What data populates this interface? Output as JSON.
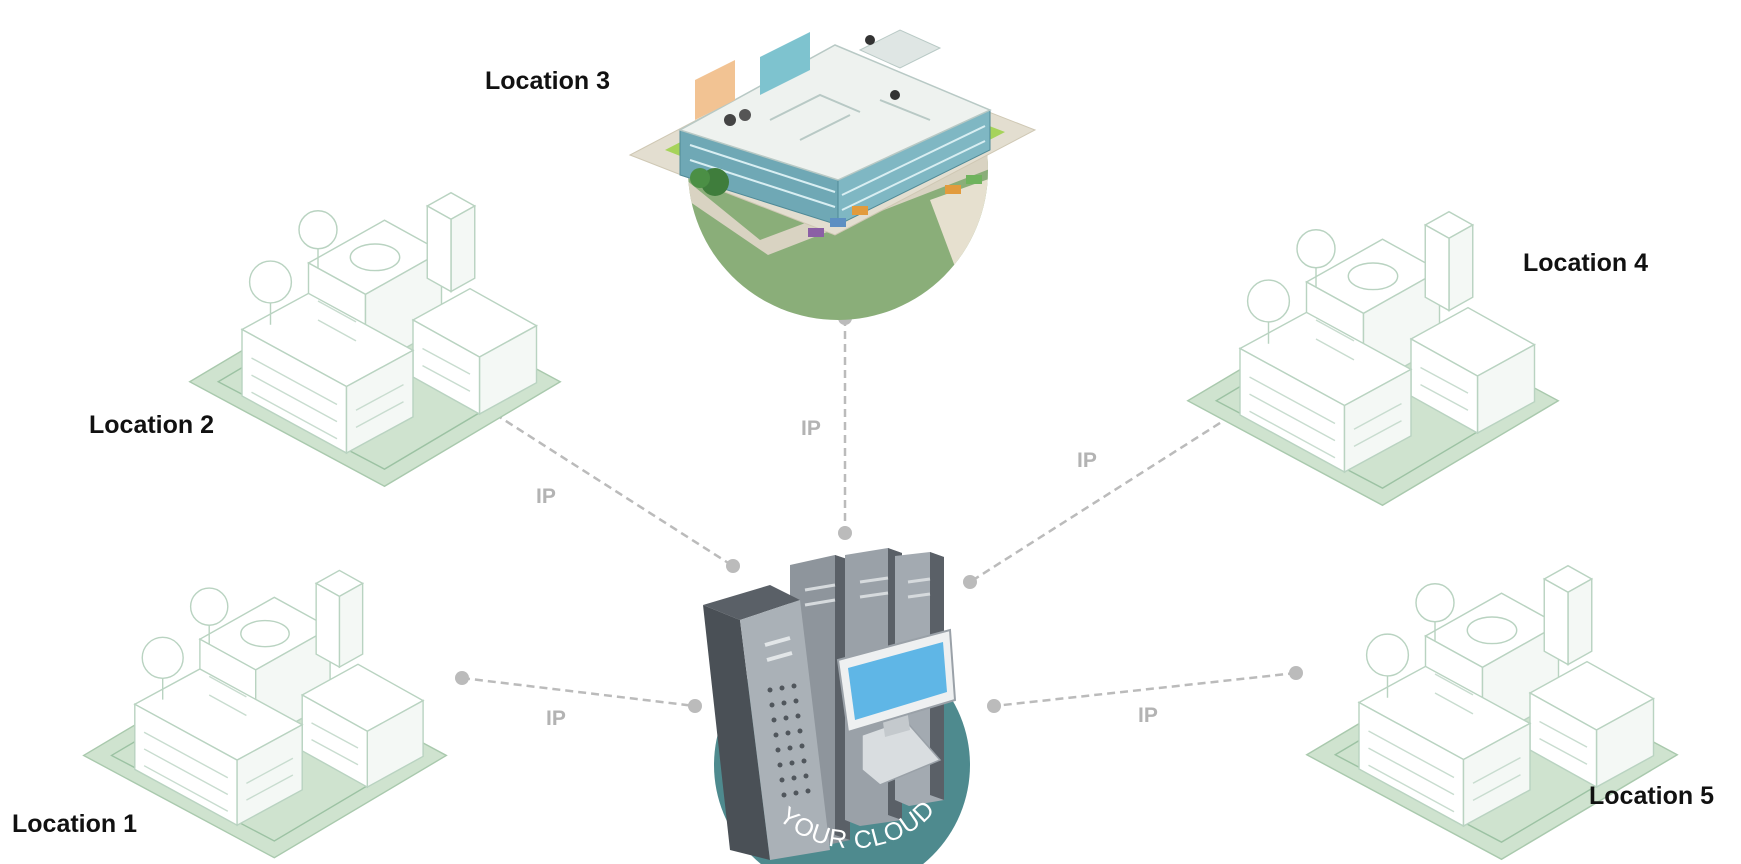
{
  "diagram": {
    "locations": [
      {
        "label": "Location 1"
      },
      {
        "label": "Location 2"
      },
      {
        "label": "Location 3"
      },
      {
        "label": "Location 4"
      },
      {
        "label": "Location 5"
      }
    ],
    "links": [
      {
        "label": "IP"
      },
      {
        "label": "IP"
      },
      {
        "label": "IP"
      },
      {
        "label": "IP"
      },
      {
        "label": "IP"
      }
    ],
    "cloud_label": "YOUR CLOUD"
  },
  "colors": {
    "ground": "#cfe3cf",
    "building_stroke": "#b9d3c1",
    "link": "#bbbbbb",
    "label": "#111111",
    "ip_label": "#b3b3b3",
    "cloud_disc": "#4e8a8e",
    "server_dark": "#5a6067",
    "server_light": "#8e959c",
    "monitor_screen": "#5fb6e6",
    "lawn": "#8aae79"
  }
}
